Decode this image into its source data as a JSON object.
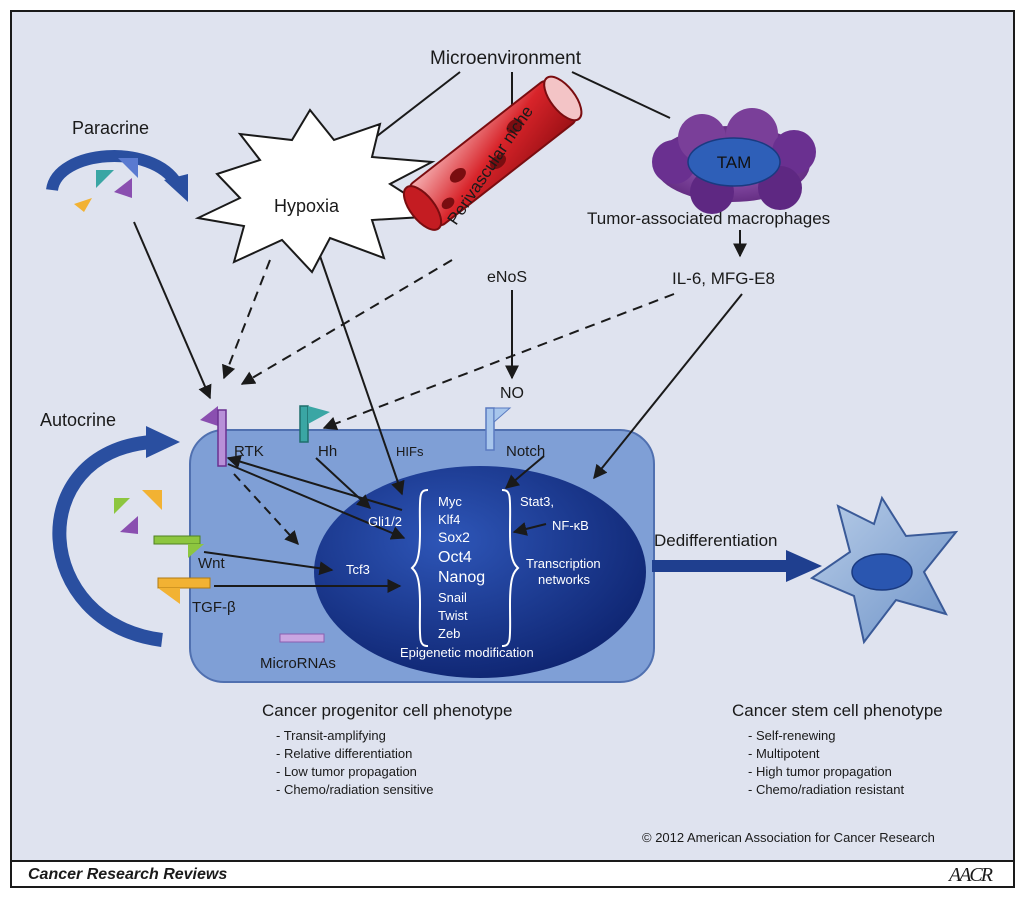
{
  "diagram": {
    "microenvironment": "Microenvironment",
    "paracrine": "Paracrine",
    "hypoxia": "Hypoxia",
    "perivascular_niche": "Perivascular niche",
    "tam": "TAM",
    "tam_full": "Tumor-associated macrophages",
    "enos": "eNoS",
    "il6": "IL-6, MFG-E8",
    "no": "NO",
    "autocrine": "Autocrine",
    "receptors": {
      "rtk": "RTK",
      "hh": "Hh",
      "hifs": "HIFs",
      "notch": "Notch",
      "wnt": "Wnt",
      "tgf": "TGF-β"
    },
    "micrornas": "MicroRNAs",
    "nucleus": {
      "gli": "Gli1/2",
      "tcf3": "Tcf3",
      "factors": [
        "Myc",
        "Klf4",
        "Sox2",
        "Oct4",
        "Nanog",
        "Snail",
        "Twist",
        "Zeb"
      ],
      "stat3": "Stat3,",
      "nfkb": "NF-κB",
      "tn_line1": "Transcription",
      "tn_line2": "networks",
      "epigenetic": "Epigenetic modification"
    },
    "dedifferentiation": "Dedifferentiation",
    "progenitor": {
      "title": "Cancer progenitor cell phenotype",
      "items": [
        "- Transit-amplifying",
        "- Relative differentiation",
        "- Low tumor propagation",
        "- Chemo/radiation sensitive"
      ]
    },
    "stem": {
      "title": "Cancer stem cell phenotype",
      "items": [
        "- Self-renewing",
        "- Multipotent",
        "- High tumor propagation",
        "- Chemo/radiation resistant"
      ]
    },
    "copyright": "© 2012 American Association for Cancer Research"
  },
  "footer": {
    "journal": "Cancer Research Reviews",
    "logo": "AACR"
  },
  "colors": {
    "background": "#dfe3ef",
    "cell": "#7f9fd6",
    "nucleus": "#17307f",
    "arrow": "#1a1a1a",
    "vessel": "#d8242a",
    "tam_cloud": "#7a3f99",
    "dediff_arrow": "#1f3f8f"
  }
}
